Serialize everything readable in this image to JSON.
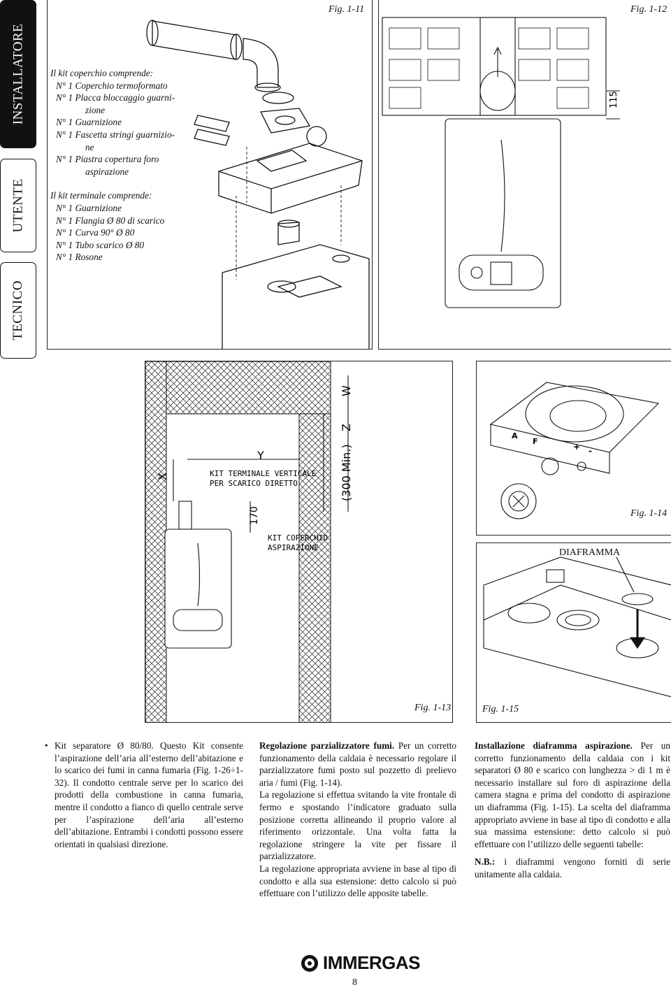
{
  "side_tabs": {
    "installatore": "INSTALLATORE",
    "utente": "UTENTE",
    "tecnico": "TECNICO"
  },
  "kit_coperchio": {
    "title": "Il kit coperchio comprende:",
    "items": [
      "N° 1 Coperchio termoformato",
      "N° 1 Placca bloccaggio guarni-",
      "zione",
      "N° 1 Guarnizione",
      "N° 1 Fascetta stringi guarnizio-",
      "ne",
      "N° 1 Piastra copertura foro",
      "aspirazione"
    ]
  },
  "kit_terminale": {
    "title": "Il kit terminale comprende:",
    "items": [
      "N° 1 Guarnizione",
      "N° 1 Flangia Ø 80 di scarico",
      "N° 1 Curva 90° Ø 80",
      "N° 1 Tubo scarico Ø 80",
      "N° 1 Rosone"
    ]
  },
  "figures": {
    "fig11": "Fig. 1-11",
    "fig12": "Fig. 1-12",
    "fig13": "Fig. 1-13",
    "fig14": "Fig. 1-14",
    "fig15": "Fig. 1-15"
  },
  "fig12_labels": {
    "dim": "115"
  },
  "fig13_labels": {
    "x": "X",
    "y": "Y",
    "w": "W",
    "z": "Z",
    "min": "(300 Min.)",
    "dim170": "170",
    "kit_terminale_1": "KIT TERMINALE VERTICALE",
    "kit_terminale_2": "PER SCARICO DIRETTO",
    "kit_coperchio_1": "KIT COPERCHIO",
    "kit_coperchio_2": "ASPIRAZIONE"
  },
  "fig14_labels": {
    "a": "A",
    "f": "F",
    "plus": "+",
    "minus": "-"
  },
  "fig15_labels": {
    "diaframma": "DIAFRAMMA"
  },
  "col1": {
    "p1": "Kit separatore Ø 80/80. Questo Kit consente l’aspirazione dell’aria all’esterno dell’abitazione e lo scarico dei fumi in canna fumaria (Fig. 1-26÷1-32). Il condotto centrale serve per lo scarico dei prodotti della combustione in canna fumaria, mentre il condotto a fianco di quello centrale serve per l’aspirazione dell’aria all’esterno dell’abitazione. Entrambi i condotti possono essere orientati in qualsiasi direzione."
  },
  "col2": {
    "title": "Regolazione parzializzatore fumi.",
    "p1": " Per un corretto funzionamento della caldaia è necessario regolare il parzializzatore fumi posto sul pozzetto di prelievo aria / fumi (Fig. 1-14).",
    "p2": "La regolazione si effettua svitando la vite frontale di fermo e spostando l’indicatore graduato sulla posizione corretta allineando il proprio valore al riferimento orizzontale. Una volta fatta la regolazione stringere la vite per fissare il parzializzatore.",
    "p3": "La regolazione appropriata avviene in base al tipo di condotto e alla sua estensione: detto calcolo si può effettuare con l’utilizzo delle apposite tabelle."
  },
  "col3": {
    "title": "Installazione diaframma aspirazione.",
    "p1": " Per un corretto funzionamento della caldaia con i kit separatori Ø 80 e scarico con lunghezza > di 1 m è necessario installare sul foro di aspirazione della camera stagna e prima del condotto di aspirazione un diaframma (Fig. 1-15). La scelta del diaframma appropriato avviene in base al tipo di condotto e alla sua massima estensione: detto calcolo si può effettuare con l’utilizzo delle seguenti tabelle:",
    "nb_label": "N.B.:",
    "nb_text": " i diaframmi vengono forniti di serie unitamente alla caldaia."
  },
  "brand": "IMMERGAS",
  "page_number": "8"
}
